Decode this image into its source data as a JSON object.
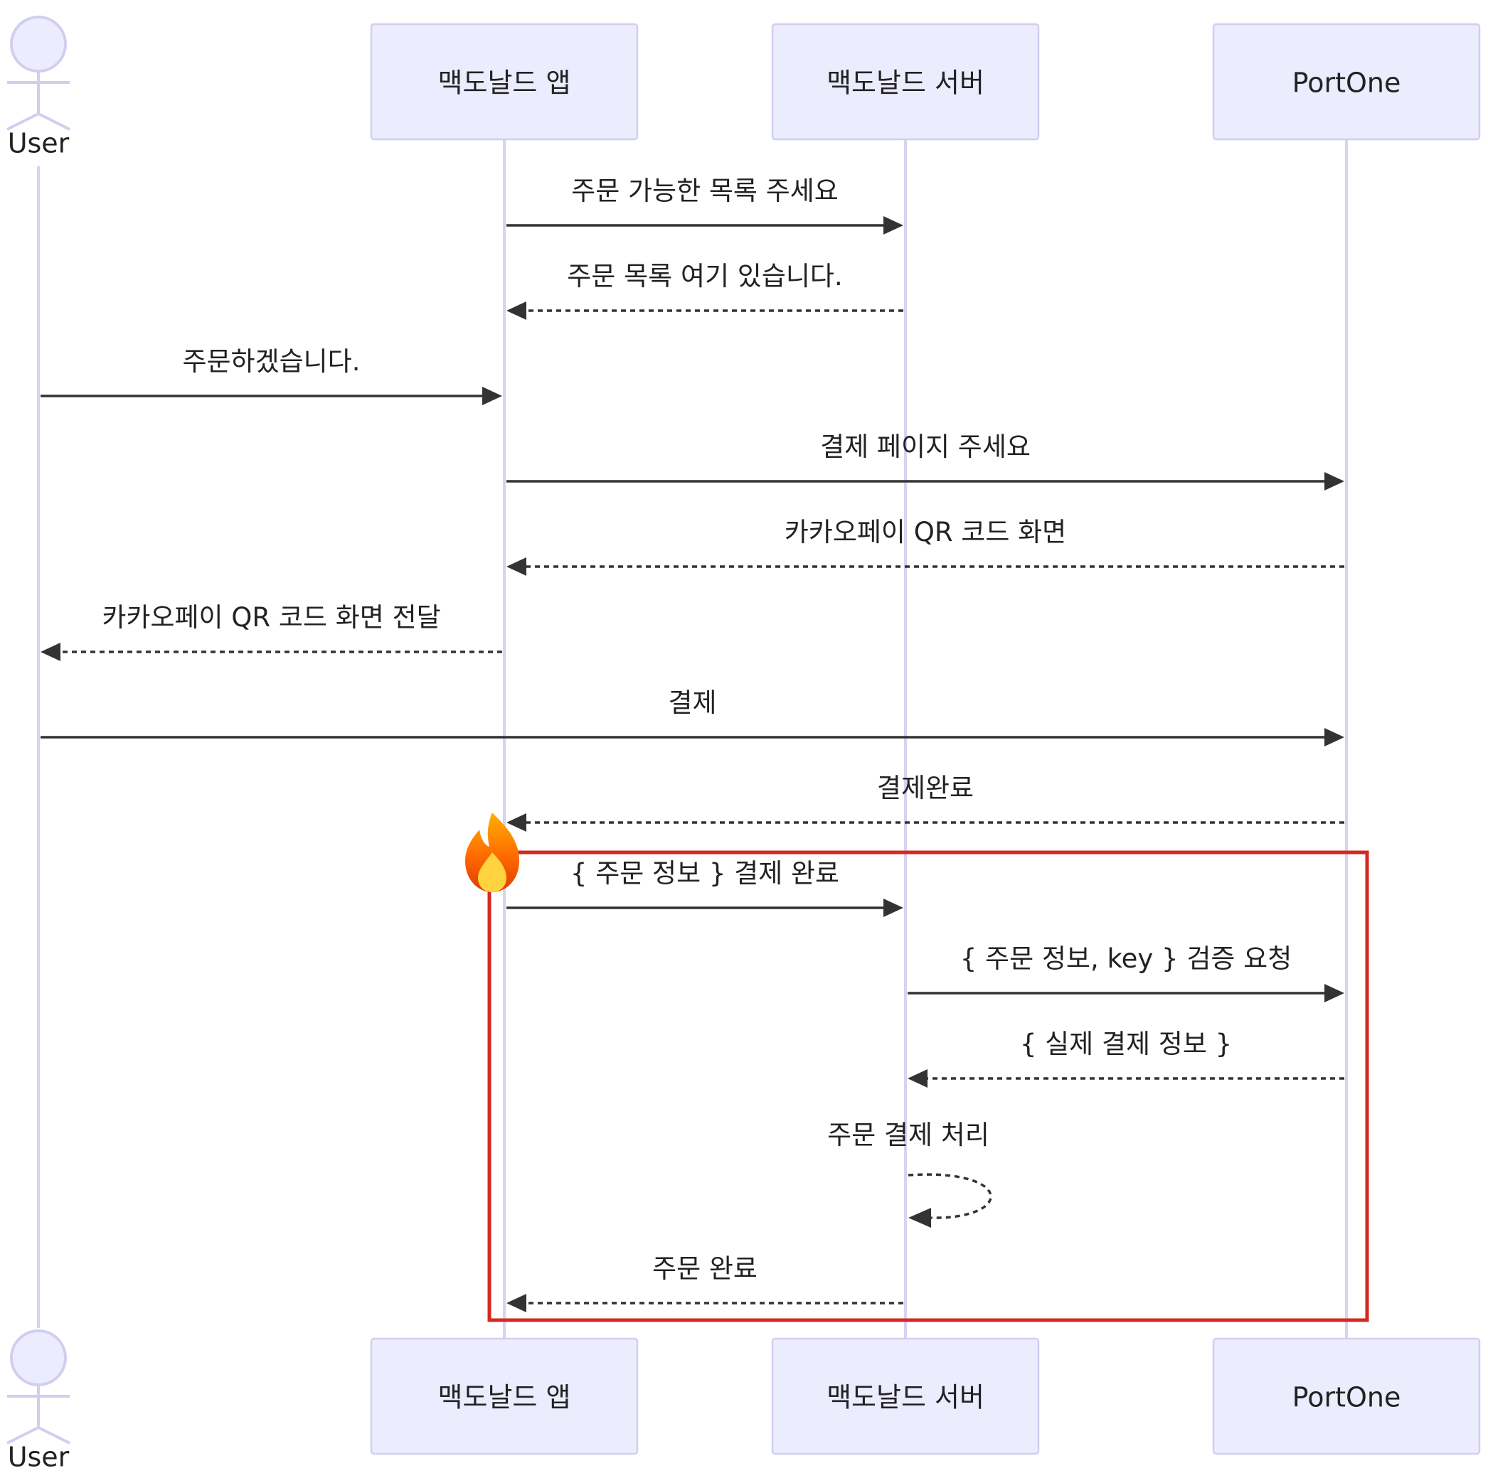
{
  "participants": [
    {
      "id": "user",
      "label": "User",
      "kind": "actor"
    },
    {
      "id": "app",
      "label": "맥도날드 앱",
      "kind": "box"
    },
    {
      "id": "server",
      "label": "맥도날드 서버",
      "kind": "box"
    },
    {
      "id": "portone",
      "label": "PortOne",
      "kind": "box"
    }
  ],
  "messages": [
    {
      "from": "app",
      "to": "server",
      "style": "solid",
      "label": "주문 가능한 목록 주세요"
    },
    {
      "from": "server",
      "to": "app",
      "style": "dashed",
      "label": "주문 목록 여기 있습니다."
    },
    {
      "from": "user",
      "to": "app",
      "style": "solid",
      "label": "주문하겠습니다."
    },
    {
      "from": "app",
      "to": "portone",
      "style": "solid",
      "label": "결제 페이지 주세요"
    },
    {
      "from": "portone",
      "to": "app",
      "style": "dashed",
      "label": "카카오페이 QR 코드 화면"
    },
    {
      "from": "app",
      "to": "user",
      "style": "dashed",
      "label": "카카오페이 QR 코드 화면 전달"
    },
    {
      "from": "user",
      "to": "portone",
      "style": "solid",
      "label": "결제"
    },
    {
      "from": "portone",
      "to": "app",
      "style": "dashed",
      "label": "결제완료"
    },
    {
      "from": "app",
      "to": "server",
      "style": "solid",
      "label": "{ 주문 정보 } 결제 완료"
    },
    {
      "from": "server",
      "to": "portone",
      "style": "solid",
      "label": "{ 주문 정보, key } 검증 요청"
    },
    {
      "from": "portone",
      "to": "server",
      "style": "dashed",
      "label": "{ 실제 결제 정보 }"
    },
    {
      "from": "server",
      "to": "server",
      "style": "dashed",
      "label": "주문 결제 처리"
    },
    {
      "from": "server",
      "to": "app",
      "style": "dashed",
      "label": "주문 완료"
    }
  ],
  "highlight": {
    "first_message": 8,
    "last_message": 12,
    "color": "#d6281f",
    "icon": "fire-icon",
    "icon_glyph": "🔥"
  },
  "colors": {
    "actor_fill": "#ececff",
    "actor_border": "#d3cdf0",
    "lifeline": "#d8d2f2",
    "arrow": "#333333"
  }
}
